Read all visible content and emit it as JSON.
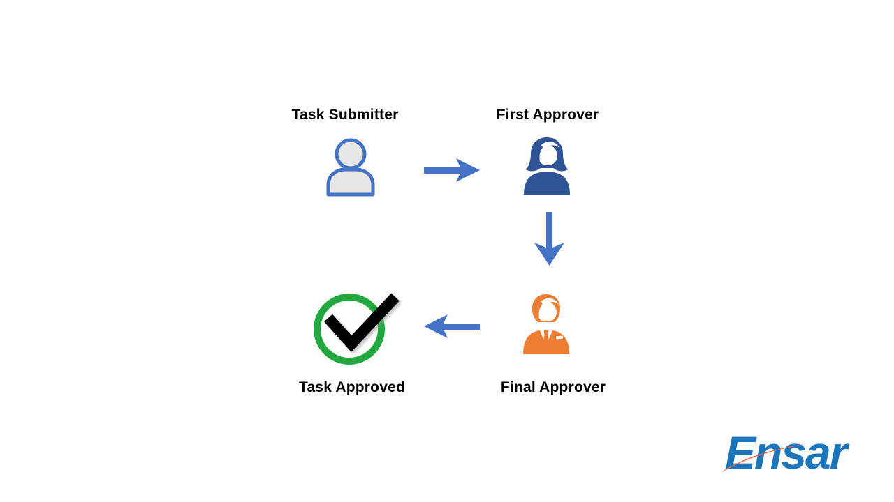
{
  "diagram": {
    "nodes": [
      {
        "id": "task-submitter",
        "label": "Task Submitter",
        "icon": "person-outline-icon",
        "icon_color": "#4472C4",
        "icon_fill": "#E8E7E7"
      },
      {
        "id": "first-approver",
        "label": "First Approver",
        "icon": "woman-silhouette-icon",
        "icon_color": "#2F5496"
      },
      {
        "id": "final-approver",
        "label": "Final Approver",
        "icon": "man-silhouette-icon",
        "icon_color": "#ED7D31"
      },
      {
        "id": "task-approved",
        "label": "Task Approved",
        "icon": "check-circle-icon",
        "ring_color": "#21A93F",
        "check_color": "#050505"
      }
    ],
    "arrows": [
      {
        "from": "task-submitter",
        "to": "first-approver",
        "direction": "right",
        "color": "#4472C4"
      },
      {
        "from": "first-approver",
        "to": "final-approver",
        "direction": "down",
        "color": "#4472C4"
      },
      {
        "from": "final-approver",
        "to": "task-approved",
        "direction": "left",
        "color": "#4472C4"
      }
    ],
    "colors": {
      "arrow_blue": "#4472C4",
      "submitter_stroke": "#4472C4",
      "submitter_fill": "#E8E7E7",
      "approver1_blue": "#2F5496",
      "approver2_orange": "#ED7D31",
      "check_green": "#21A93F",
      "check_black": "#050505",
      "label_text": "#000000",
      "background": "#FFFFFF"
    }
  },
  "logo": {
    "text": "Ensar",
    "color": "#1B75BB",
    "swoosh_color": "#EE6A4D"
  }
}
